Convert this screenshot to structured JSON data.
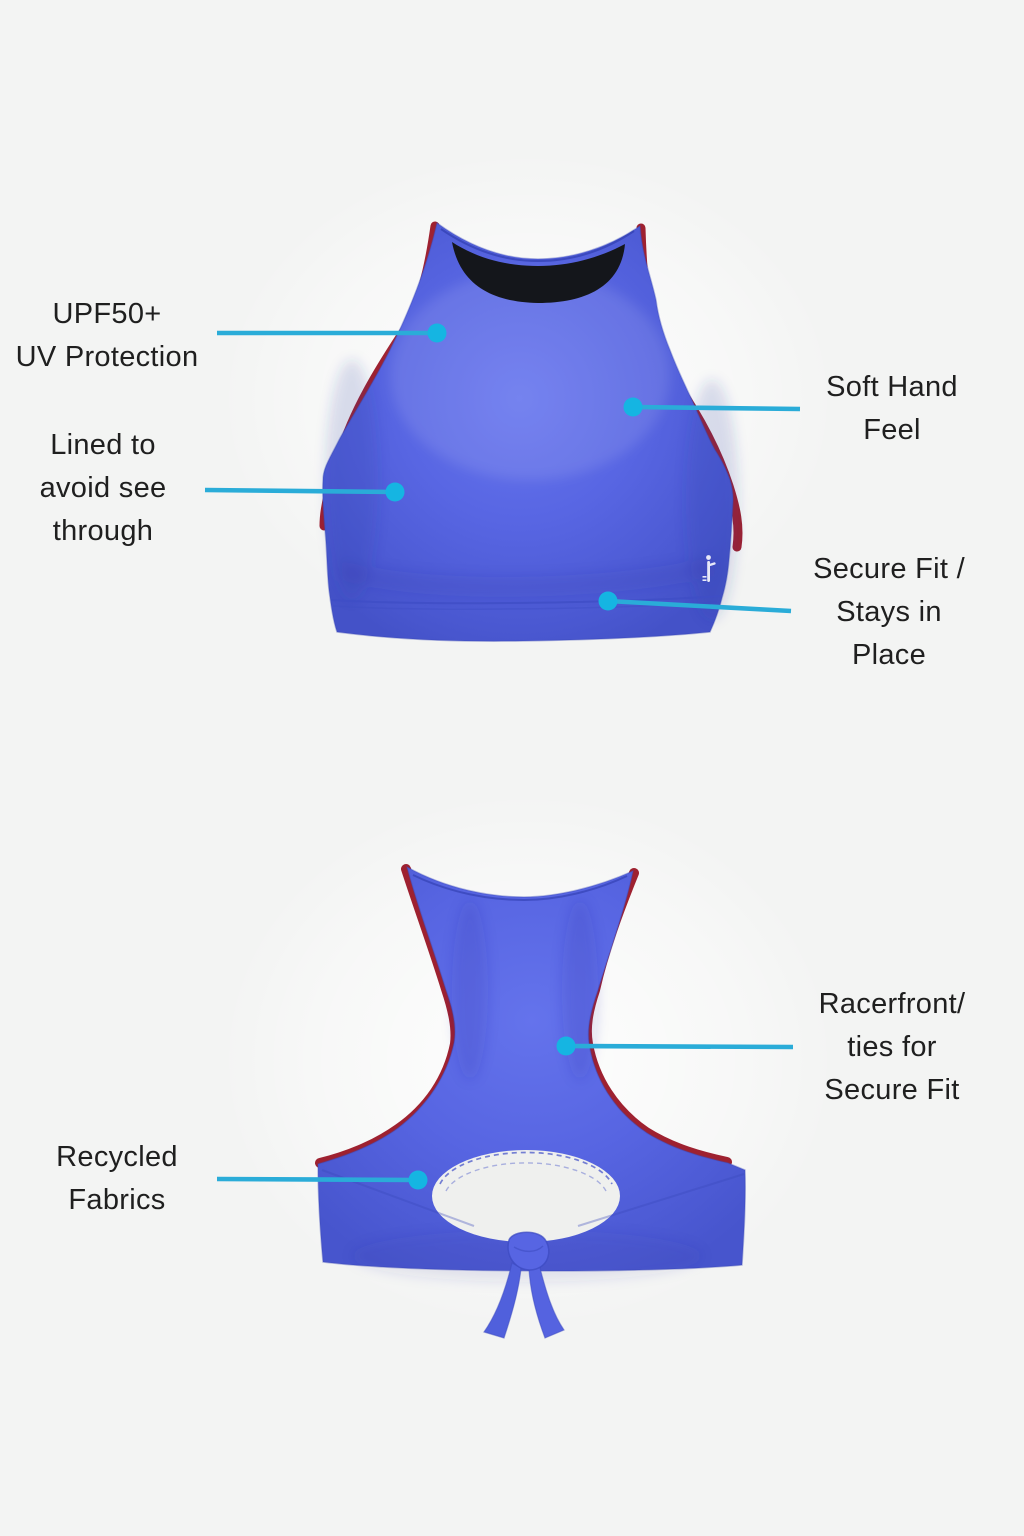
{
  "page": {
    "background": "#f3f4f3",
    "description_visible_text_only": true
  },
  "colors": {
    "fabric_blue": "#5765e3",
    "trim_red": "#9e2130",
    "lining_black": "#14161b",
    "callout_line": "#2aacd8",
    "callout_dot": "#15b5e2",
    "text": "#1f1f1f",
    "background": "#f3f4f3"
  },
  "figures": {
    "front": {
      "icon": "swim-top-front-view"
    },
    "back": {
      "icon": "swim-top-back-view"
    }
  },
  "callouts": {
    "upf": {
      "label": "UPF50+\nUV Protection"
    },
    "lined": {
      "label": "Lined to\navoid see\nthrough"
    },
    "soft": {
      "label": "Soft Hand\nFeel"
    },
    "secure": {
      "label": "Secure Fit /\nStays in\nPlace"
    },
    "racer": {
      "label": "Racerfront/\nties for\nSecure Fit"
    },
    "recycled": {
      "label": "Recycled\nFabrics"
    }
  }
}
